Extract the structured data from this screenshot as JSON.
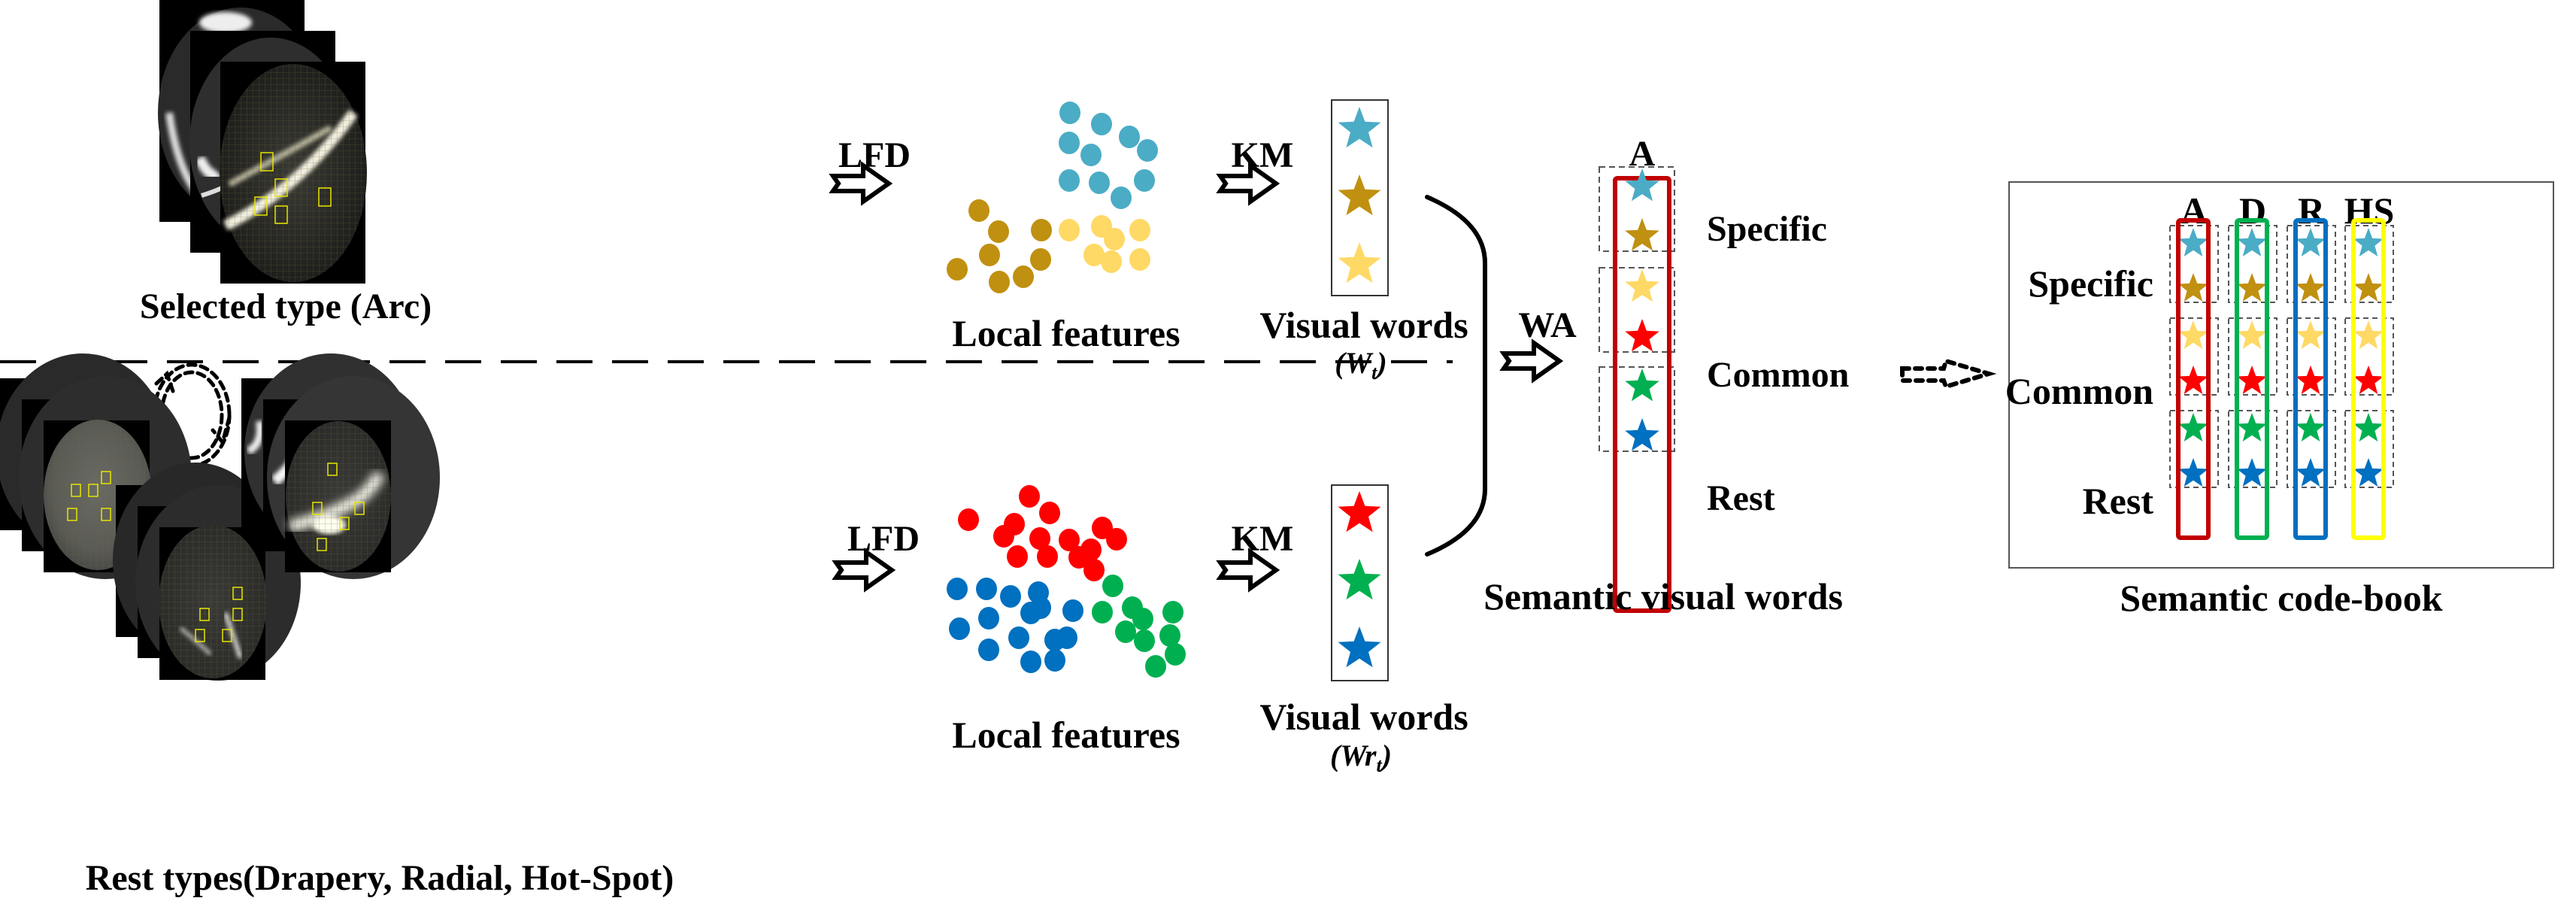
{
  "colors": {
    "cyan": "#4bacc6",
    "gold": "#c09010",
    "lightgold": "#ffd966",
    "red": "#ff0000",
    "green": "#00b050",
    "blue": "#0070c0",
    "arc_box": "#c00000",
    "drapery_box": "#00b050",
    "radial_box": "#0070c0",
    "hotspot_box": "#ffff00"
  },
  "top_section": {
    "image_caption": "Selected type (Arc)",
    "lfd_label": "LFD",
    "km_label": "KM",
    "features_caption": "Local features",
    "words_caption": "Visual words",
    "words_symbol": "(W",
    "words_subscript": "t",
    "words_symbol_close": ")",
    "feature_clusters": [
      "cyan",
      "gold",
      "lightgold"
    ],
    "word_stars": [
      "cyan",
      "gold",
      "lightgold"
    ]
  },
  "bottom_section": {
    "image_caption": "Rest types(Drapery, Radial, Hot-Spot)",
    "lfd_label": "LFD",
    "km_label": "KM",
    "features_caption": "Local features",
    "words_caption": "Visual words",
    "words_symbol": "(Wr",
    "words_subscript": "t",
    "words_symbol_close": ")",
    "feature_clusters": [
      "red",
      "blue",
      "green"
    ],
    "word_stars": [
      "red",
      "green",
      "blue"
    ]
  },
  "aggregation": {
    "wa_label": "WA",
    "column_header": "A",
    "groups": [
      "Specific",
      "Common",
      "Rest"
    ],
    "stars": [
      "cyan",
      "gold",
      "lightgold",
      "red",
      "green",
      "blue"
    ],
    "caption": "Semantic visual words"
  },
  "codebook": {
    "caption": "Semantic code-book",
    "row_labels": [
      "Specific",
      "Common",
      "Rest"
    ],
    "columns": [
      {
        "header": "A",
        "box_color": "arc_box"
      },
      {
        "header": "D",
        "box_color": "drapery_box"
      },
      {
        "header": "R",
        "box_color": "radial_box"
      },
      {
        "header": "HS",
        "box_color": "hotspot_box"
      }
    ],
    "stars": [
      "cyan",
      "gold",
      "lightgold",
      "red",
      "green",
      "blue"
    ]
  }
}
